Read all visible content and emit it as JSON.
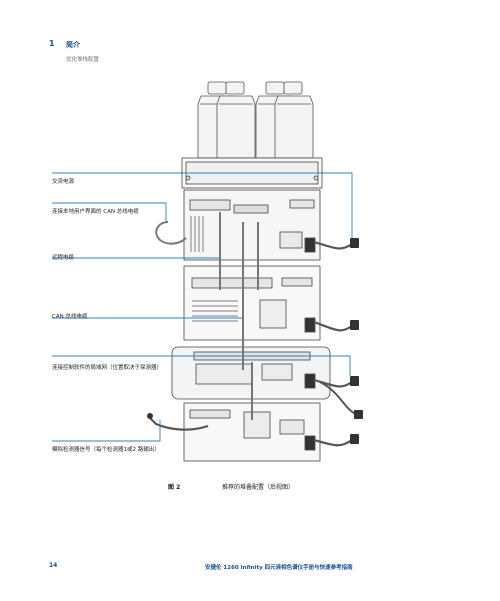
{
  "header": {
    "chapter_number": "1",
    "chapter_title": "简介",
    "section_subtitle": "优化堆栈配置"
  },
  "callouts": [
    "交流电源",
    "连接本地用户界面的 CAN 总线电缆",
    "远程电缆",
    "CAN 总线电缆",
    "连接控制软件的局域网（位置取决于探测器）",
    "模拟检测器信号（每个检测器1或2 路输出）"
  ],
  "figure": {
    "number": "图 2",
    "caption": "推荐的堆叠配置（后视图）"
  },
  "footer": {
    "page_number": "14",
    "document_title": "安捷伦 1260 Infinity 四元液相色谱仪手册与快速参考指南"
  },
  "colors": {
    "accent": "#1a4f91",
    "callout_line": "#2f7fc1"
  }
}
